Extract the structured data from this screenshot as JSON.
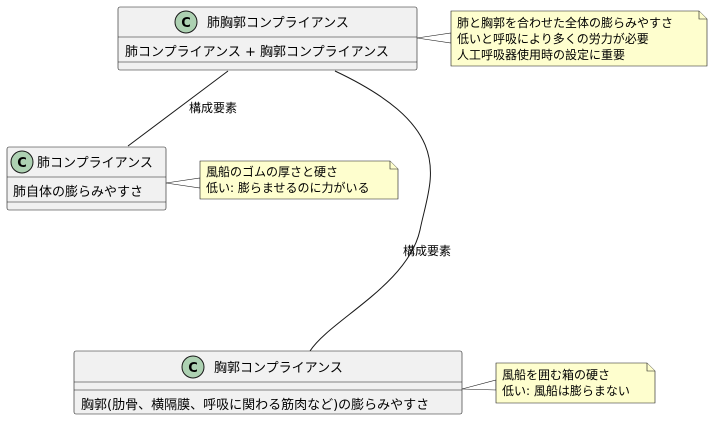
{
  "classes": {
    "total": {
      "badge": "C",
      "name": "肺胸郭コンプライアンス",
      "attribute": "肺コンプライアンス + 胸郭コンプライアンス"
    },
    "lung": {
      "badge": "C",
      "name": "肺コンプライアンス",
      "attribute": "肺自体の膨らみやすさ"
    },
    "chest": {
      "badge": "C",
      "name": "胸郭コンプライアンス",
      "attribute": "胸郭(肋骨、横隔膜、呼吸に関わる筋肉など)の膨らみやすさ"
    }
  },
  "edges": {
    "lung_label": "構成要素",
    "chest_label": "構成要素"
  },
  "notes": {
    "total": [
      "肺と胸郭を合わせた全体の膨らみやすさ",
      "低いと呼吸により多くの労力が必要",
      "人工呼吸器使用時の設定に重要"
    ],
    "lung": [
      "風船のゴムの厚さと硬さ",
      "低い: 膨らませるのに力がいる"
    ],
    "chest": [
      "風船を囲む箱の硬さ",
      "低い: 風船は膨らまない"
    ]
  },
  "colors": {
    "class_fill": "#f1f1f1",
    "badge_fill": "#add1b2",
    "note_fill": "#fefece",
    "line": "#181818"
  }
}
